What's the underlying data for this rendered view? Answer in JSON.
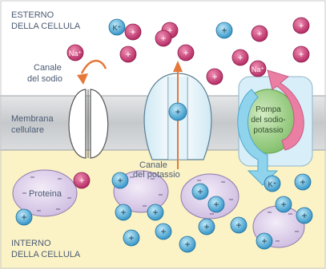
{
  "labels": {
    "outside_line1": "ESTERNO",
    "outside_line2": "DELLA CELLULA",
    "inside_line1": "INTERNO",
    "inside_line2": "DELLA CELLULA",
    "sodium_channel_line1": "Canale",
    "sodium_channel_line2": "del sodio",
    "membrane_line1": "Membrana",
    "membrane_line2": "cellulare",
    "potassium_channel_line1": "Canale",
    "potassium_channel_line2": "del potassio",
    "pump_line1": "Pompa",
    "pump_line2": "del sodio-",
    "pump_line3": "potassio",
    "protein": "Proteina",
    "sodium_ion": "Na⁺",
    "potassium_ion": "K⁺",
    "plus_sign": "+"
  },
  "colors": {
    "outside_bg": "#ffffff",
    "membrane": "#cfd2d4",
    "inside_bg": "#fbf3c6",
    "sodium_ion": "#c0306b",
    "potassium_ion": "#3a9fd1",
    "protein": "#dfd3ec",
    "pump": "#a9d392",
    "sodium_arrow": "#ea7ea3",
    "potassium_arrow": "#8fd3ec",
    "channel_arrow": "#e6783a",
    "label_text": "#4b5a73"
  }
}
